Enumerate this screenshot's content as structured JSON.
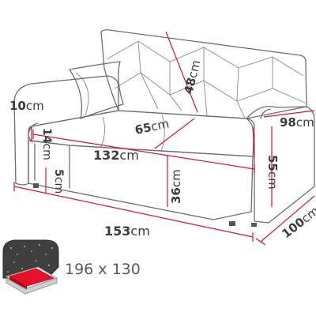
{
  "dimensions": {
    "back_height": {
      "value": "48",
      "unit": "cm"
    },
    "arm_width": {
      "value": "10",
      "unit": "cm"
    },
    "seat_depth": {
      "value": "65",
      "unit": "cm"
    },
    "seat_thickness": {
      "value": "14",
      "unit": "cm"
    },
    "seat_width": {
      "value": "132",
      "unit": "cm"
    },
    "leg_height": {
      "value": "5",
      "unit": "cm"
    },
    "seat_height": {
      "value": "36",
      "unit": "cm"
    },
    "total_width": {
      "value": "153",
      "unit": "cm"
    },
    "total_height": {
      "value": "98",
      "unit": "cm"
    },
    "arm_height": {
      "value": "55",
      "unit": "cm"
    },
    "total_depth": {
      "value": "100",
      "unit": "cm"
    }
  },
  "sleeping_area": {
    "text": "196 x 130"
  },
  "colors": {
    "dimension_line": "#d8143a",
    "outline": "#6f6f6f",
    "mattress": "#e8102a"
  }
}
